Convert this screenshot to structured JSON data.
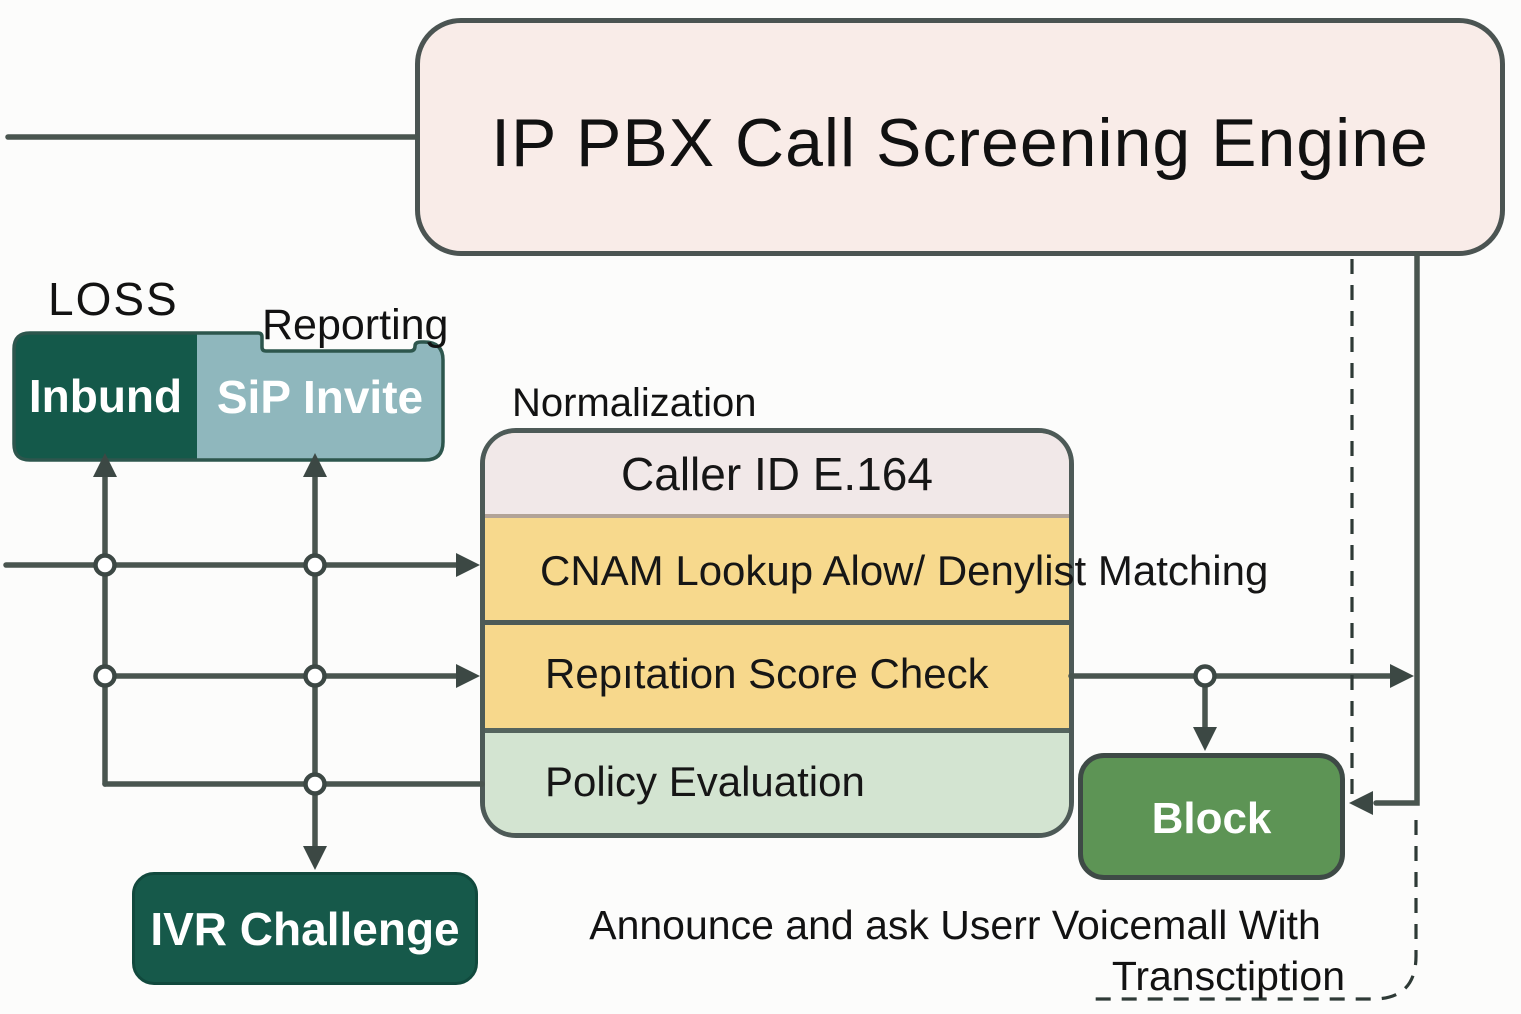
{
  "title": "IP PBX Call Screening Engine",
  "labels": {
    "loss": "LOSS",
    "reporting": "Reporting",
    "normalization": "Normalization"
  },
  "inbound_box": {
    "left_label": "Inbund",
    "right_label": "SiP Invite"
  },
  "engine_box": {
    "header": "Caller ID E.164",
    "rows": [
      "CNAM Lookup Alow/ Denylist Matching",
      "Repıtation Score Check",
      "Policy Evaluation"
    ]
  },
  "block_box": {
    "label": "Block"
  },
  "ivr_box": {
    "label": "IVR Challenge"
  },
  "notes": {
    "announce_line1": "Announce and ask Userr Voicemall With",
    "announce_line2": "Transctiption"
  },
  "colors": {
    "line": "#49554f",
    "dashed_line": "#2e3a36",
    "dark_green": "#14594a",
    "teal": "#8fb7bd",
    "yellow_row": "#f7d98d",
    "header_row_pink": "#f1e8e8",
    "policy_row_green": "#d3e4d1",
    "block_green": "#5d9455",
    "title_box_pink": "#f9ece8",
    "border_slate": "#4d5a57"
  }
}
